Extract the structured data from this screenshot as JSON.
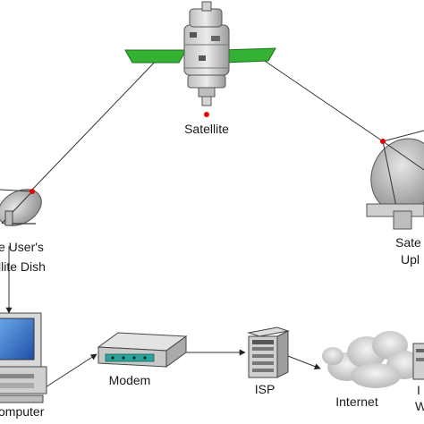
{
  "nodes": {
    "satellite": {
      "label": "Satellite",
      "icon": "satellite-icon"
    },
    "user_dish": {
      "label_line1": "e User's",
      "label_line2": "llite Dish",
      "icon": "satellite-dish-icon"
    },
    "uplink_dish": {
      "label_line1": "Sate",
      "label_line2": "Upl",
      "icon": "satellite-dish-icon"
    },
    "computer": {
      "label": "omputer",
      "icon": "computer-icon"
    },
    "modem": {
      "label": "Modem",
      "icon": "modem-icon"
    },
    "isp": {
      "label": "ISP",
      "icon": "server-icon"
    },
    "internet": {
      "label": "Internet",
      "icon": "cloud-icon"
    },
    "web_server": {
      "label_line1": "I",
      "label_line2": "W",
      "icon": "server-icon"
    }
  },
  "colors": {
    "panel_green": "#33b233",
    "connection_line": "#333333",
    "dish_gray": "#a8a8a8",
    "signal_dot": "#e60000"
  }
}
